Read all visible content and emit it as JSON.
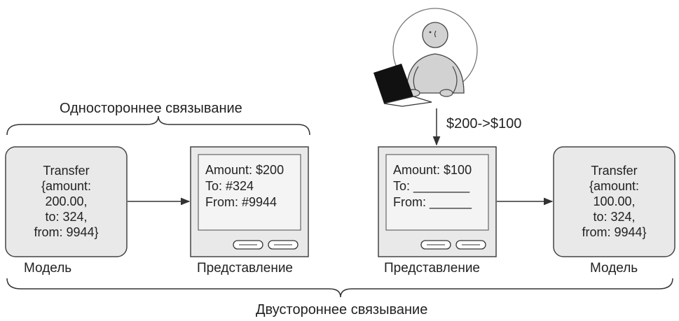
{
  "one_way": {
    "heading": "Одностороннее связывание",
    "model": {
      "lines": [
        "Transfer",
        "{amount:",
        "200.00,",
        "to: 324,",
        "from: 9944}"
      ],
      "caption": "Модель"
    },
    "view": {
      "lines": [
        "Amount: $200",
        "To: #324",
        "From: #9944"
      ],
      "caption": "Представление"
    }
  },
  "two_way": {
    "heading": "Двустороннее связывание",
    "user_input": "$200->$100",
    "view": {
      "lines": [
        "Amount: $100",
        "To: ________",
        "From: ______"
      ],
      "caption": "Представление"
    },
    "model": {
      "lines": [
        "Transfer",
        "{amount:",
        "100.00,",
        "to: 324,",
        "from: 9944}"
      ],
      "caption": "Модель"
    }
  },
  "colors": {
    "box_fill": "#e9e9e9",
    "screen_fill": "#f4f4f4",
    "stroke": "#333333",
    "laptop": "#111111"
  }
}
